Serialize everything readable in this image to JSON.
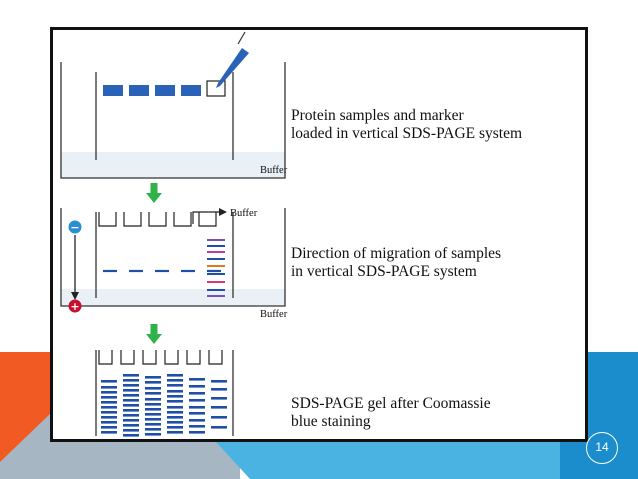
{
  "captions": {
    "step1": "Protein samples and marker\nloaded in vertical SDS-PAGE system",
    "step2": "Direction of migration of samples\nin vertical SDS-PAGE system",
    "step3": "SDS-PAGE gel after Coomassie\nblue staining"
  },
  "labels": {
    "buffer": "Buffer",
    "minus": "−",
    "plus": "+"
  },
  "page_number": "14",
  "colors": {
    "orange": "#f15a22",
    "light_blue": "#4ab3e1",
    "dark_blue": "#1b8dcc",
    "grey": "#a7b6c3",
    "band_blue": "#1f4fa8",
    "well_blue": "#2a62b8",
    "arrow_green": "#2fb24a",
    "cathode": "#2a8fd0",
    "anode": "#c8102e",
    "buffer_fill": "#eaf1f6"
  },
  "icons": {
    "pipette": "pipette-icon",
    "cathode": "minus-electrode-icon",
    "anode": "plus-electrode-icon"
  }
}
